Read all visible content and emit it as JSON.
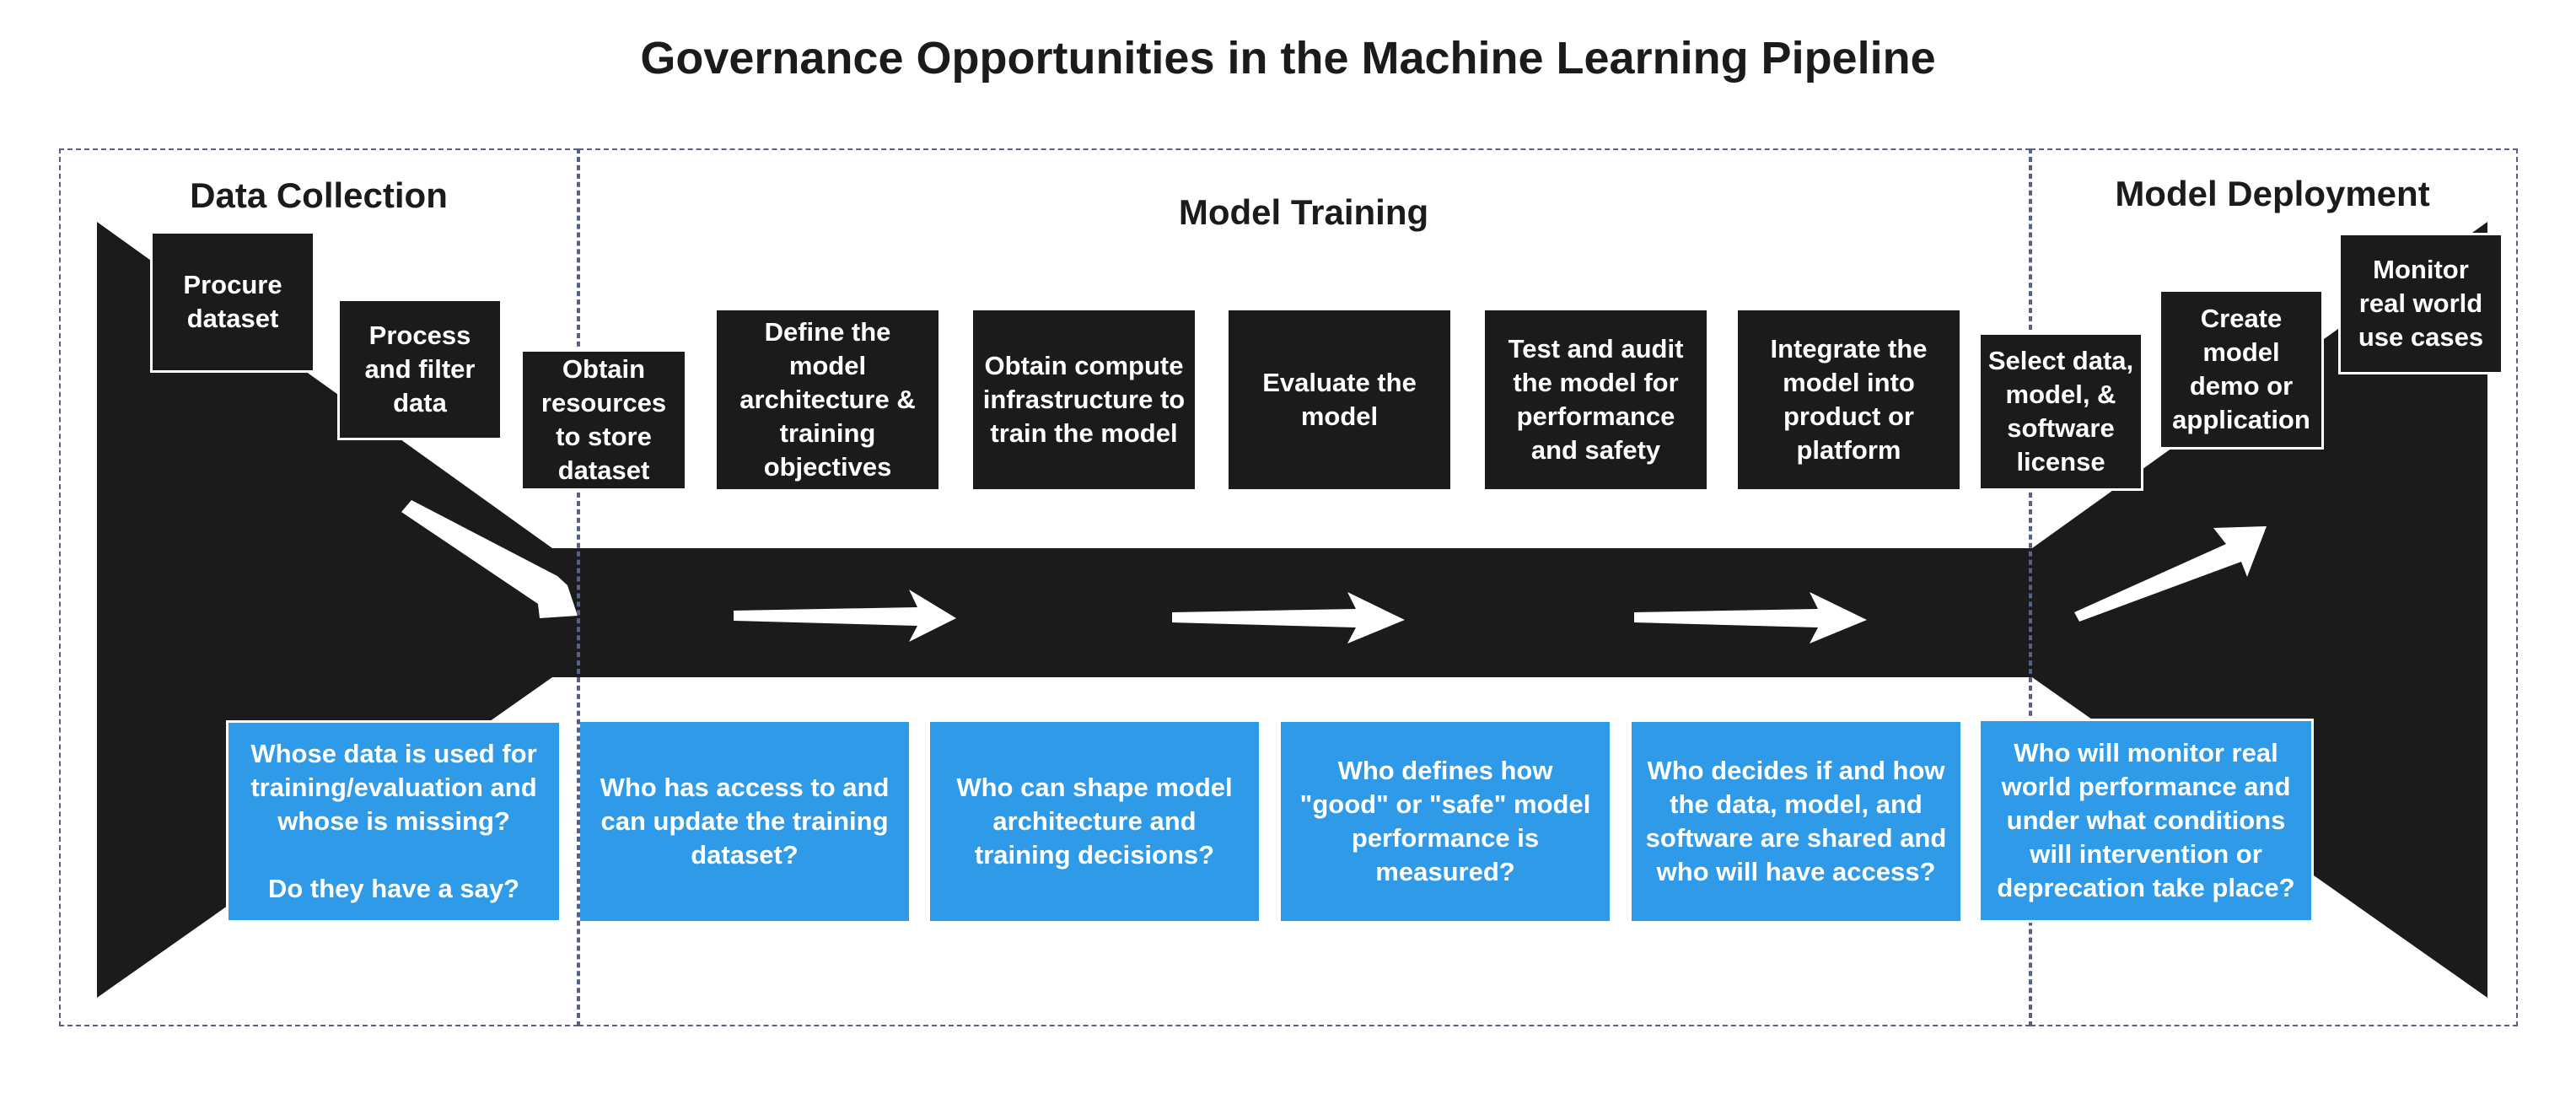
{
  "title": "Governance Opportunities in the Machine Learning Pipeline",
  "colors": {
    "pipeline": "#1b1b1b",
    "question_box": "#2e9ae8",
    "region_border": "#5a5f86",
    "arrow": "#ffffff"
  },
  "sections": {
    "data_collection": "Data Collection",
    "model_training": "Model Training",
    "model_deployment": "Model Deployment"
  },
  "steps": [
    "Procure dataset",
    "Process and filter data",
    "Obtain resources to store dataset",
    "Define the model architecture & training objectives",
    "Obtain compute infrastructure to train the model",
    "Evaluate the model",
    "Test and audit the model for performance and safety",
    "Integrate the model into product or platform",
    "Select data, model, & software license",
    "Create model demo or application",
    "Monitor real world use cases"
  ],
  "questions": [
    "Whose data is used for training/evaluation and whose is missing?\n\nDo they have a say?",
    "Who has access to and can update the training dataset?",
    "Who can shape model architecture and training decisions?",
    "Who defines how \"good\" or \"safe\" model performance is measured?",
    "Who decides if and how the data, model, and software are shared and who will have access?",
    "Who will monitor real world performance and under what conditions will intervention or deprecation take place?"
  ]
}
